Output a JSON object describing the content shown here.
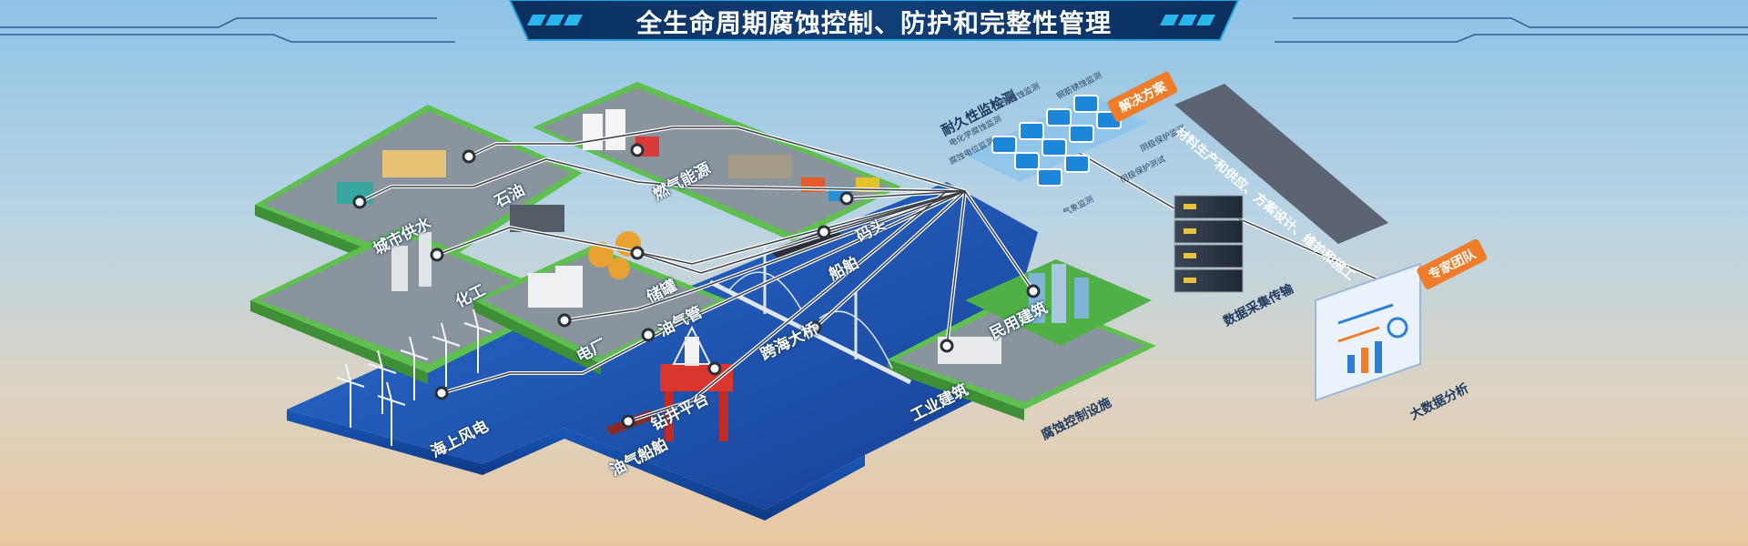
{
  "banner": {
    "title": "全生命周期腐蚀控制、防护和完整性管理"
  },
  "facilities": [
    {
      "key": "oil",
      "label": "石油"
    },
    {
      "key": "urban_water",
      "label": "城市供水"
    },
    {
      "key": "chemical",
      "label": "化工"
    },
    {
      "key": "gas_energy",
      "label": "燃气能源"
    },
    {
      "key": "port",
      "label": "码头"
    },
    {
      "key": "storage",
      "label": "储罐"
    },
    {
      "key": "ship",
      "label": "船舶"
    },
    {
      "key": "power_plant",
      "label": "电厂"
    },
    {
      "key": "oil_pipeline",
      "label": "油气管"
    },
    {
      "key": "sea_bridge",
      "label": "跨海大桥"
    },
    {
      "key": "civil_building",
      "label": "民用建筑"
    },
    {
      "key": "industrial_building",
      "label": "工业建筑"
    },
    {
      "key": "offshore_wind",
      "label": "海上风电"
    },
    {
      "key": "drilling_platform",
      "label": "钻井平台"
    },
    {
      "key": "oil_tanker",
      "label": "油气船舶"
    }
  ],
  "corrosion_facilities_label": "腐蚀控制设施",
  "monitoring": {
    "title": "耐久性监检测",
    "tags": [
      "钢筋锈蚀监测",
      "大气腐蚀监测",
      "电化学腐蚀监测",
      "阴极保护监测",
      "腐蚀电位监测",
      "阴极保护测试",
      "气象监测"
    ]
  },
  "solution": {
    "badge": "解决方案",
    "text": "材料生产和供应、方案设计、维护和施工"
  },
  "data_transfer_label": "数据采集传输",
  "expert": {
    "badge": "专家团队"
  },
  "big_data_label": "大数据分析",
  "colors": {
    "sea": "#1f5fbf",
    "land": "#5dc04f",
    "road": "#5e6670",
    "accent": "#ef7c2a",
    "banner": "#0b2f5c"
  }
}
